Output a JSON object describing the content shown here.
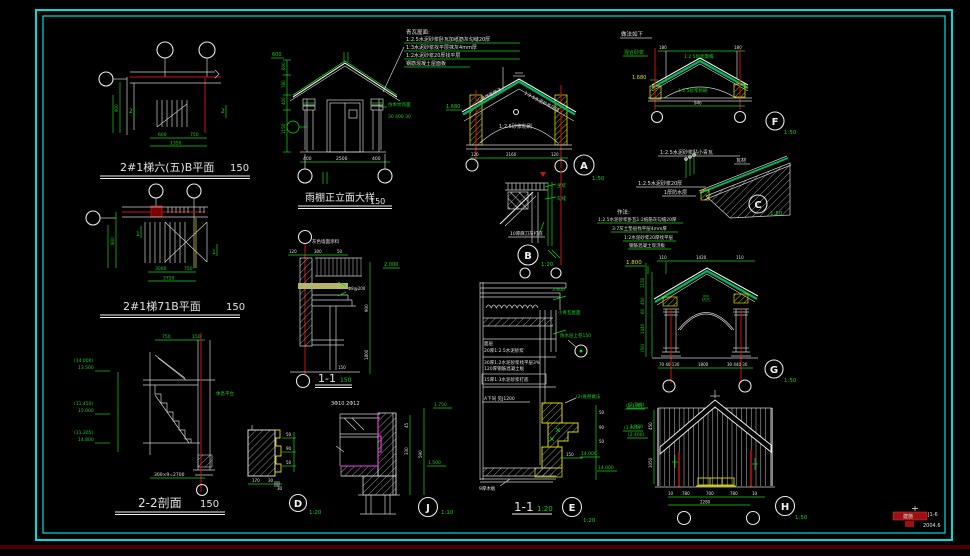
{
  "canvas": {
    "bg": "#000000",
    "frame_color": "#00dcdc",
    "accent_red": "#c81414",
    "accent_green": "#19d219",
    "accent_yellow": "#d8d800",
    "accent_magenta": "#ff3cff"
  },
  "title_block": {
    "bar": "建施",
    "code": "J1-6",
    "sheet": "2004.6"
  },
  "notes_top": {
    "title": "青瓦屋面:",
    "lines": [
      "1:2.5水泥砂浆卧瓦加纸筋灰勾缝20厚",
      "1:3水泥砂浆找平层抹灰4mm厚",
      "1:2水泥砂浆20厚找平层",
      "钢筋混凝土屋面板"
    ]
  },
  "notes_g": {
    "title": "作法:",
    "lines": [
      "1:2.5水泥砂浆卧瓦1:2纸筋灰勾缝20厚",
      "3:7灰土垫层找平层4mm厚",
      "1:2水泥砂浆20厚找平层",
      "钢筋混凝土现浇板"
    ],
    "elevation": "1.800"
  },
  "stair_plan_1": {
    "title": "2#1梯六(五)B平面",
    "scale": "150",
    "mark": "2",
    "dims_bottom": [
      "600",
      "750"
    ],
    "dims_total": "1350",
    "dim_left": "900"
  },
  "stair_plan_2": {
    "title": "2#1梯71B平面",
    "scale": "150",
    "mark": "1",
    "dims_bottom": [
      "3000",
      "750"
    ],
    "dims_total": "3750",
    "dim_left": "900"
  },
  "stair_section": {
    "title": "2-2剖面",
    "scale": "150",
    "elevations": [
      "(14.000)",
      "13.500",
      "(11.450)",
      "15.000",
      "(11.305)",
      "14.800"
    ],
    "dim_top_a": "750",
    "dim_top_b": "150",
    "dim_bottom": "300×9=2700",
    "note": "休息平台"
  },
  "canopy": {
    "title": "雨棚正立面大样",
    "scale": "150",
    "dims_bottom": [
      "400",
      "2500",
      "400"
    ],
    "dims_left": [
      "600",
      "780",
      "400",
      "1150"
    ],
    "label_right_1": "仿木纹饰面",
    "label_right_2": "30 400 30",
    "elev_top": "600"
  },
  "detail_a": {
    "letter": "A",
    "scale": "1:50",
    "roof_label": "1:2.5水泥砂浆压顶",
    "slope_label": "山墙饰面做法",
    "arch_label": "1:2.5砂浆粉刷",
    "elev": "1.680",
    "dims_bottom": [
      "120",
      "2160",
      "120"
    ]
  },
  "detail_b": {
    "letter": "B",
    "scale": "1:20",
    "label1": "10厚麻刀灰打底",
    "label2": "坐浆",
    "label3": "勾缝"
  },
  "detail_c": {
    "letter": "C",
    "scale": "1:50",
    "label1": "1:2.5水泥砂浆贴小青瓦",
    "label2": "1:2.5水泥砂浆20厚",
    "label3": "1厚防水层",
    "label4": "瓦材"
  },
  "detail_d": {
    "letter": "D",
    "scale": "1:20",
    "dims_right": [
      "50",
      "90",
      "50"
    ],
    "dims_bottom": [
      "170",
      "30",
      "30"
    ]
  },
  "detail_e": {
    "letter": "E",
    "title": "1-1",
    "title_scale": "1:20",
    "scale": "1:20",
    "elev_top": "3.600",
    "leader1": "小青瓦屋面",
    "leader2": "防水层上卷150",
    "notes": [
      "面层",
      "20厚1:2.5水泥砂浆",
      "30厚1:2水泥砂浆找平层3%",
      "120厚钢筋混凝土板",
      "15厚1:3水泥砂浆打底",
      "A下同 见J1200"
    ],
    "cornice_label": "(2)雀替做法",
    "dims_right": [
      "50",
      "90",
      "50"
    ],
    "elev1": "14.000",
    "elev2": "14.000",
    "right1": "(2.130)",
    "right2": "(1.920)",
    "dim_bottom": "150",
    "floor_label": "9厚木板"
  },
  "detail_f": {
    "letter": "F",
    "scale": "1:50",
    "note1": "做法如下",
    "note2": "混合砂浆",
    "elev": "1.680",
    "ridge_label": "1:2.5砂浆飘檐",
    "arch_label": "1:2.5砂浆粉刷",
    "dim_top": [
      "180",
      "180"
    ],
    "dim_bottom": "946"
  },
  "detail_g": {
    "letter": "G",
    "scale": "1:50",
    "dim_top": [
      "110",
      "1420",
      "110"
    ],
    "dims_left": [
      "1150",
      "450",
      "60",
      "1440",
      "(50)"
    ],
    "dims_bottom": [
      "70 40 130",
      "1800",
      "30 440 30"
    ],
    "inner_label": "仿古"
  },
  "detail_h": {
    "letter": "H",
    "scale": "1:50",
    "elev1": "(2.700)",
    "elev2": "1.920",
    "elev3": "(2.400)",
    "dims_bottom": [
      "10",
      "780",
      "700",
      "780",
      "10"
    ],
    "dim_total": "2280",
    "dims_left": [
      "450",
      "1050"
    ]
  },
  "detail_j": {
    "letter": "J",
    "scale": "1:10",
    "rebar": "3Φ10 2Φ12",
    "elev_top": "1.750",
    "elev_mid": "1.500",
    "dims": [
      "45",
      "330",
      "590"
    ]
  },
  "section_11": {
    "title": "1-1",
    "scale": "150",
    "top_label": "灰色墙面涂料",
    "dims_top": [
      "120",
      "300",
      "50"
    ],
    "dim_mid": "Φ8@200",
    "dims_right": [
      "900",
      "1800"
    ],
    "elev": "2.000",
    "dim_bottom": "150"
  }
}
